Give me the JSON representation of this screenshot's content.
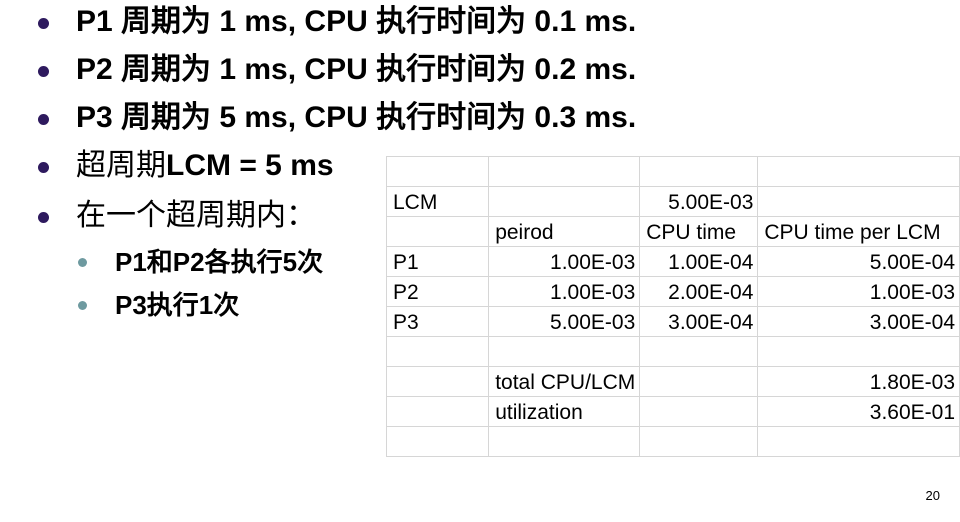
{
  "bullets": [
    {
      "text": "P1 周期为 1 ms, CPU 执行时间为 0.1 ms."
    },
    {
      "text": "P2 周期为 1 ms, CPU 执行时间为 0.2 ms."
    },
    {
      "text": "P3 周期为 5 ms, CPU 执行时间为 0.3 ms."
    },
    {
      "prefix": "超周期",
      "bold": "LCM = 5 ms"
    },
    {
      "text": "在一个超周期内："
    }
  ],
  "sub_bullets": [
    {
      "text": "P1和P2各执行5次"
    },
    {
      "text": "P3执行1次"
    }
  ],
  "table": {
    "lcm_label": "LCM",
    "lcm_value": "5.00E-03",
    "headers": [
      "peirod",
      "CPU time",
      "CPU time per LCM"
    ],
    "rows": [
      {
        "name": "P1",
        "period": "1.00E-03",
        "cpu": "1.00E-04",
        "per_lcm": "5.00E-04"
      },
      {
        "name": "P2",
        "period": "1.00E-03",
        "cpu": "2.00E-04",
        "per_lcm": "1.00E-03"
      },
      {
        "name": "P3",
        "period": "5.00E-03",
        "cpu": "3.00E-04",
        "per_lcm": "3.00E-04"
      }
    ],
    "total_label": "total CPU/LCM",
    "total_value": "1.80E-03",
    "util_label": "utilization",
    "util_value": "3.60E-01"
  },
  "page_number": "20",
  "colors": {
    "bullet_level1": "#2e1a5e",
    "bullet_level2": "#6e9aa0",
    "grid": "#d6d6d6"
  }
}
